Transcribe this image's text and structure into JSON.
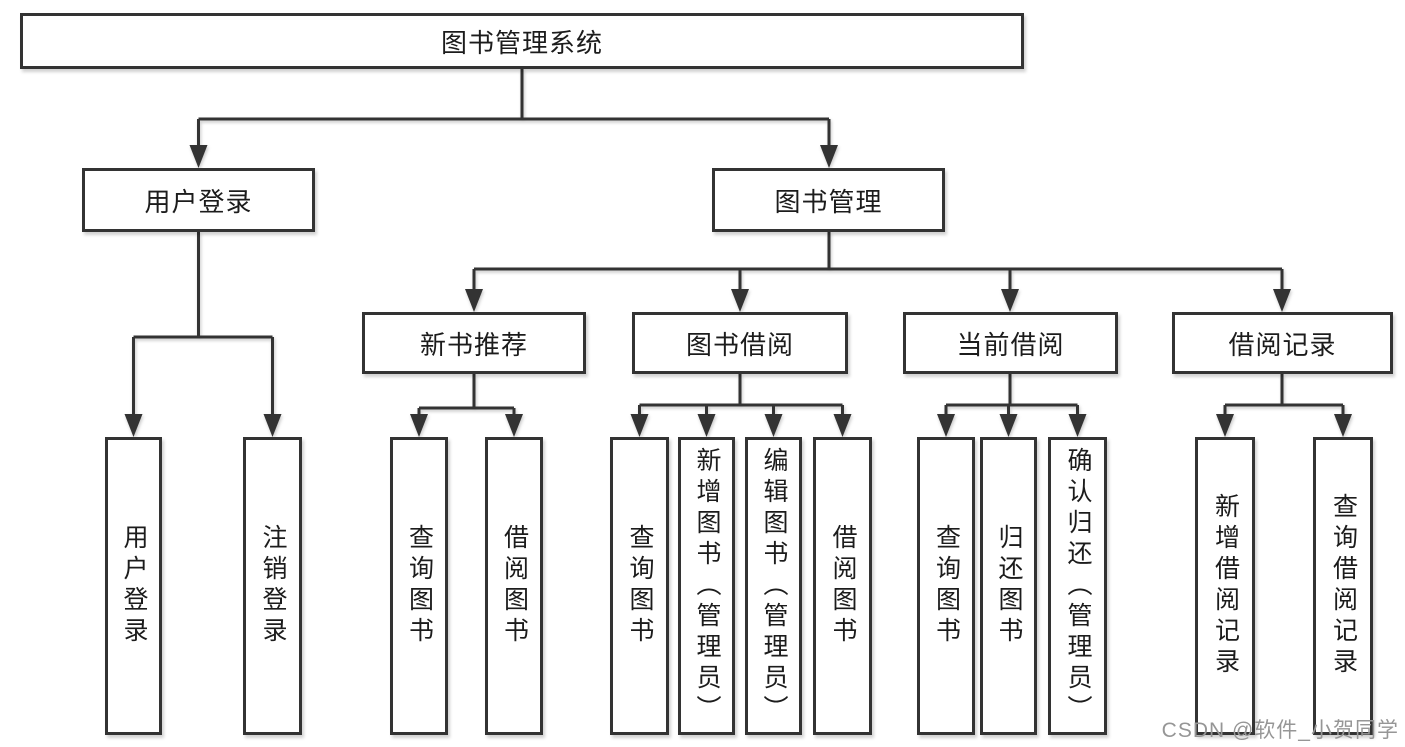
{
  "nodes": {
    "root": "图书管理系统",
    "user_login": "用户登录",
    "book_management": "图书管理",
    "new_book_recommend": "新书推荐",
    "book_borrow": "图书借阅",
    "current_borrow": "当前借阅",
    "borrow_record": "借阅记录",
    "leaf_user_login": "用户登录",
    "leaf_logout": "注销登录",
    "leaf_query_book_1": "查询图书",
    "leaf_borrow_book_1": "借阅图书",
    "leaf_query_book_2": "查询图书",
    "leaf_add_book": "新增图书（管理员）",
    "leaf_edit_book": "编辑图书（管理员）",
    "leaf_borrow_book_2": "借阅图书",
    "leaf_query_book_3": "查询图书",
    "leaf_return_book": "归还图书",
    "leaf_confirm_return": "确认归还（管理员）",
    "leaf_add_borrow_record": "新增借阅记录",
    "leaf_query_borrow_record": "查询借阅记录"
  },
  "watermark": "CSDN @软件_小贺同学",
  "colors": {
    "line": "#333333",
    "box_fill": "#ffffff",
    "text": "#1c1c1c",
    "watermark": "#969696",
    "background": "#ffffff"
  }
}
